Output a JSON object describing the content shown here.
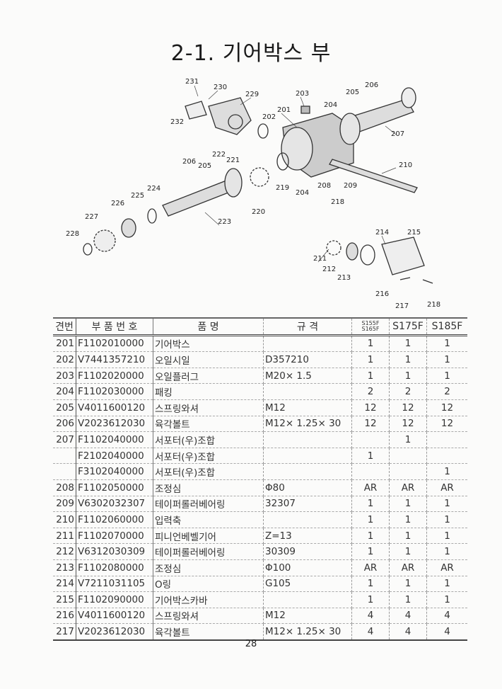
{
  "title": "2-1. 기어박스 부",
  "diagram": {
    "callouts": [
      "231",
      "230",
      "229",
      "232",
      "203",
      "205",
      "206",
      "201",
      "204",
      "202",
      "207",
      "210",
      "222",
      "221",
      "206",
      "205",
      "224",
      "225",
      "226",
      "227",
      "228",
      "223",
      "220",
      "219",
      "204",
      "208",
      "209",
      "218",
      "214",
      "215",
      "211",
      "212",
      "213",
      "216",
      "217",
      "218"
    ]
  },
  "table": {
    "headers": {
      "no": "견번",
      "part_no": "부 품 번 호",
      "name": "품          명",
      "spec": "규    격",
      "m1a": "S155F",
      "m1b": "S165F",
      "m2": "S175F",
      "m3": "S185F"
    },
    "rows": [
      {
        "no": "201",
        "part_no": "F1102010000",
        "name": "기어박스",
        "spec": "",
        "q1": "1",
        "q2": "1",
        "q3": "1"
      },
      {
        "no": "202",
        "part_no": "V7441357210",
        "name": "오일시일",
        "spec": "D357210",
        "q1": "1",
        "q2": "1",
        "q3": "1"
      },
      {
        "no": "203",
        "part_no": "F1102020000",
        "name": "오일플러그",
        "spec": "M20× 1.5",
        "q1": "1",
        "q2": "1",
        "q3": "1"
      },
      {
        "no": "204",
        "part_no": "F1102030000",
        "name": "패킹",
        "spec": "",
        "q1": "2",
        "q2": "2",
        "q3": "2"
      },
      {
        "no": "205",
        "part_no": "V4011600120",
        "name": "스프링와셔",
        "spec": "M12",
        "q1": "12",
        "q2": "12",
        "q3": "12"
      },
      {
        "no": "206",
        "part_no": "V2023612030",
        "name": "육각볼트",
        "spec": "M12× 1.25× 30",
        "q1": "12",
        "q2": "12",
        "q3": "12"
      },
      {
        "no": "207",
        "part_no": "F1102040000",
        "name": "서포터(우)조합",
        "spec": "",
        "q1": "",
        "q2": "1",
        "q3": ""
      },
      {
        "no": "",
        "part_no": "F2102040000",
        "name": "서포터(우)조합",
        "spec": "",
        "q1": "1",
        "q2": "",
        "q3": ""
      },
      {
        "no": "",
        "part_no": "F3102040000",
        "name": "서포터(우)조합",
        "spec": "",
        "q1": "",
        "q2": "",
        "q3": "1"
      },
      {
        "no": "208",
        "part_no": "F1102050000",
        "name": "조정심",
        "spec": "Φ80",
        "q1": "AR",
        "q2": "AR",
        "q3": "AR"
      },
      {
        "no": "209",
        "part_no": "V6302032307",
        "name": "테이퍼롤러베어링",
        "spec": "32307",
        "q1": "1",
        "q2": "1",
        "q3": "1"
      },
      {
        "no": "210",
        "part_no": "F1102060000",
        "name": "입력축",
        "spec": "",
        "q1": "1",
        "q2": "1",
        "q3": "1"
      },
      {
        "no": "211",
        "part_no": "F1102070000",
        "name": "피니언베벨기어",
        "spec": "Z=13",
        "q1": "1",
        "q2": "1",
        "q3": "1"
      },
      {
        "no": "212",
        "part_no": "V6312030309",
        "name": "테이퍼롤러베어링",
        "spec": "30309",
        "q1": "1",
        "q2": "1",
        "q3": "1"
      },
      {
        "no": "213",
        "part_no": "F1102080000",
        "name": "조정심",
        "spec": "Φ100",
        "q1": "AR",
        "q2": "AR",
        "q3": "AR"
      },
      {
        "no": "214",
        "part_no": "V7211031105",
        "name": "O링",
        "spec": "G105",
        "q1": "1",
        "q2": "1",
        "q3": "1"
      },
      {
        "no": "215",
        "part_no": "F1102090000",
        "name": "기어박스카바",
        "spec": "",
        "q1": "1",
        "q2": "1",
        "q3": "1"
      },
      {
        "no": "216",
        "part_no": "V4011600120",
        "name": "스프링와셔",
        "spec": "M12",
        "q1": "4",
        "q2": "4",
        "q3": "4"
      },
      {
        "no": "217",
        "part_no": "V2023612030",
        "name": "육각볼트",
        "spec": "M12× 1.25× 30",
        "q1": "4",
        "q2": "4",
        "q3": "4"
      }
    ]
  },
  "page_number": "28"
}
